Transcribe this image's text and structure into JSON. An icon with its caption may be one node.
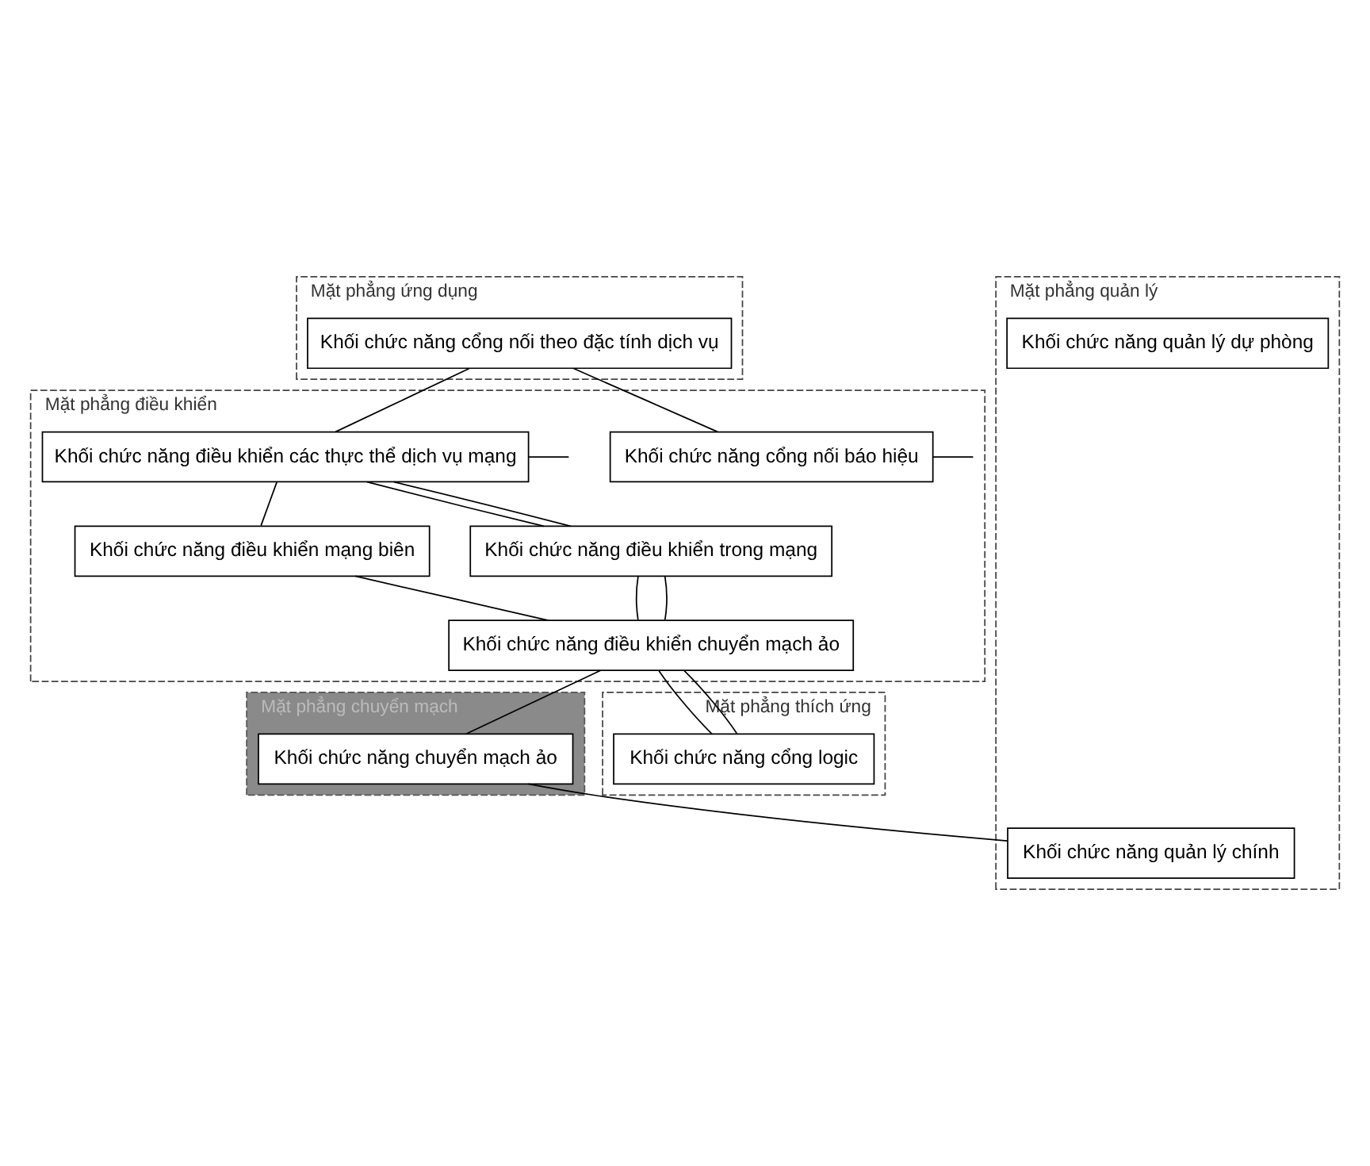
{
  "diagram": {
    "nodes": [
      {
        "text": [
          "Mặt phẳng ứng dụng"
        ]
      },
      {
        "text": [
          "Khối chức năng cổng nối theo đặc tính dịch vụ"
        ],
        "in": 0
      },
      {
        "text": [
          "Mặt phẳng điều khiển"
        ]
      },
      {
        "text": [
          "Khối chức năng cổng nối báo hiệu"
        ],
        "in": 2
      },
      {
        "text": [
          "Khối chức năng điều khiển các thực thể dịch vụ mạng"
        ],
        "in": 2
      },
      {
        "text": [
          "Mặt phẳng quản lý"
        ]
      },
      {
        "text": [
          "Khối chức năng điều khiển mạng biên"
        ],
        "in": 2
      },
      {
        "text": [
          "Khối chức năng điều khiển trong mạng"
        ],
        "in": 2
      },
      {
        "text": [
          "Khối chức năng quản lý dự phòng"
        ],
        "in": 5
      },
      {
        "text": [
          "Khối chức năng điều khiển chuyển mạch ảo"
        ],
        "in": 2
      },
      {
        "text": [
          "Mặt phẳng chuyển mạch"
        ]
      },
      {
        "text": [
          "Khối chức năng chuyển mạch ảo"
        ],
        "in": 10
      },
      {
        "text": [
          "Khối chức năng quản lý chính"
        ],
        "in": 5
      },
      {
        "text": [
          "Mặt phẳng thích ứng"
        ]
      },
      {
        "text": [
          "Khối chức năng cổng logic"
        ],
        "in": 13
      }
    ],
    "edges": [
      {
        "from": 1,
        "to": 3,
        "arrow": "none"
      },
      {
        "from": 1,
        "to": 4,
        "arrow": "none"
      },
      {
        "from": 3,
        "to": null,
        "arrow": "none"
      },
      {
        "from": 4,
        "to": null,
        "arrow": "none"
      },
      {
        "from": 4,
        "to": 6,
        "arrow": "none"
      },
      {
        "from": 4,
        "to": 7,
        "arrow": "none"
      },
      {
        "from": 4,
        "to": 7,
        "arrow": "none"
      },
      {
        "from": 6,
        "to": 9,
        "arrow": "none"
      },
      {
        "from": 7,
        "to": 9,
        "arrow": "none"
      },
      {
        "from": 7,
        "to": 9,
        "arrow": "none"
      },
      {
        "from": 9,
        "to": 14,
        "arrow": "none"
      },
      {
        "from": 9,
        "to": 14,
        "arrow": "none"
      },
      {
        "from": 9,
        "to": 11,
        "arrow": "none"
      },
      {
        "from": 11,
        "to": 12,
        "arrow": "none"
      }
    ]
  }
}
